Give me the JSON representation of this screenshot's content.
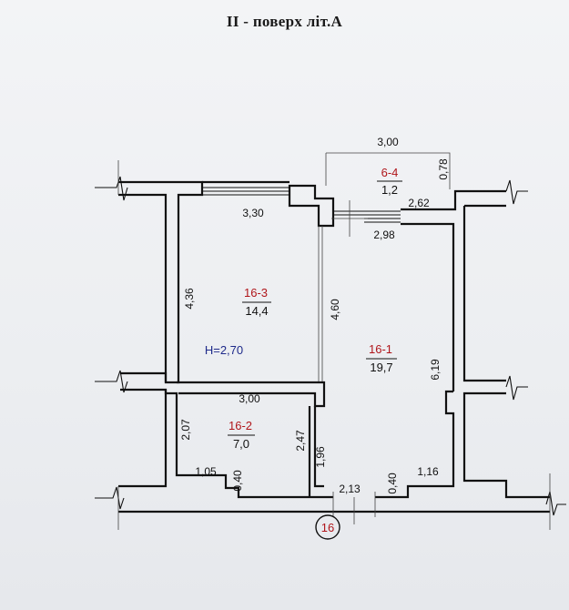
{
  "title": "II -  поверх літ.А",
  "height_label": "Н=2,70",
  "building_marker": "16",
  "rooms": [
    {
      "number": "16-3",
      "area": "14,4"
    },
    {
      "number": "16-2",
      "area": "7,0"
    },
    {
      "number": "16-1",
      "area": "19,7"
    },
    {
      "number": "6-4",
      "area": "1,2"
    }
  ],
  "dimensions": {
    "balcony_width": "3,00",
    "balcony_depth": "0,78",
    "room3_width": "3,30",
    "room3_depth": "4,36",
    "partition_length": "4,60",
    "room1_top_right": "2,62",
    "room1_top": "2,98",
    "room1_depth": "6,19",
    "room2_width": "3,00",
    "room2_depth_left": "2,07",
    "room2_depth_right": "2,47",
    "corridor_depth": "1,96",
    "bottom_left": "1,05",
    "bottom_left_step": "0,40",
    "door_width": "2,13",
    "bottom_right_step": "0,40",
    "bottom_right": "1,16"
  }
}
